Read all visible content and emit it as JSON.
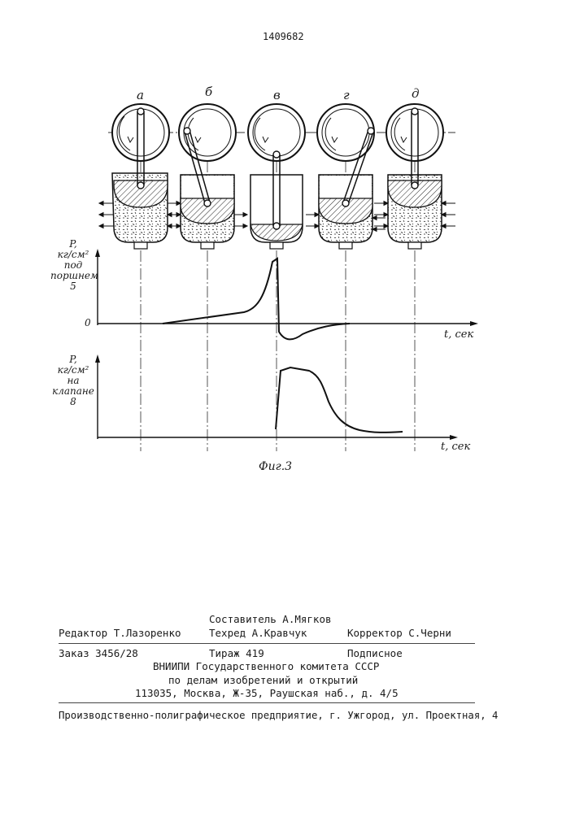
{
  "patent_number": "1409682",
  "figure": {
    "caption": "Фиг.3",
    "positions": [
      "а",
      "б",
      "в",
      "г",
      "д"
    ],
    "graph1": {
      "ylabel_lines": [
        "P,",
        "кг/см²",
        "под",
        "поршнем",
        "5"
      ],
      "xlabel": "t, сек",
      "origin_label": "0"
    },
    "graph2": {
      "ylabel_lines": [
        "P,",
        "кг/см²",
        "на",
        "клапане",
        "8"
      ],
      "xlabel": "t, сек"
    }
  },
  "imprint": {
    "compiler": "Составитель А.Мягков",
    "editor": "Редактор Т.Лазоренко",
    "techred": "Техред А.Кравчук",
    "corrector": "Корректор С.Черни",
    "order": "Заказ 3456/28",
    "circulation": "Тираж 419",
    "subscription": "Подписное",
    "org_line1": "ВНИИПИ Государственного комитета СССР",
    "org_line2": "по делам изобретений и открытий",
    "org_address": "113035, Москва, Ж-35, Раушская наб., д. 4/5",
    "printer": "Производственно-полиграфическое предприятие, г. Ужгород, ул. Проектная, 4"
  }
}
